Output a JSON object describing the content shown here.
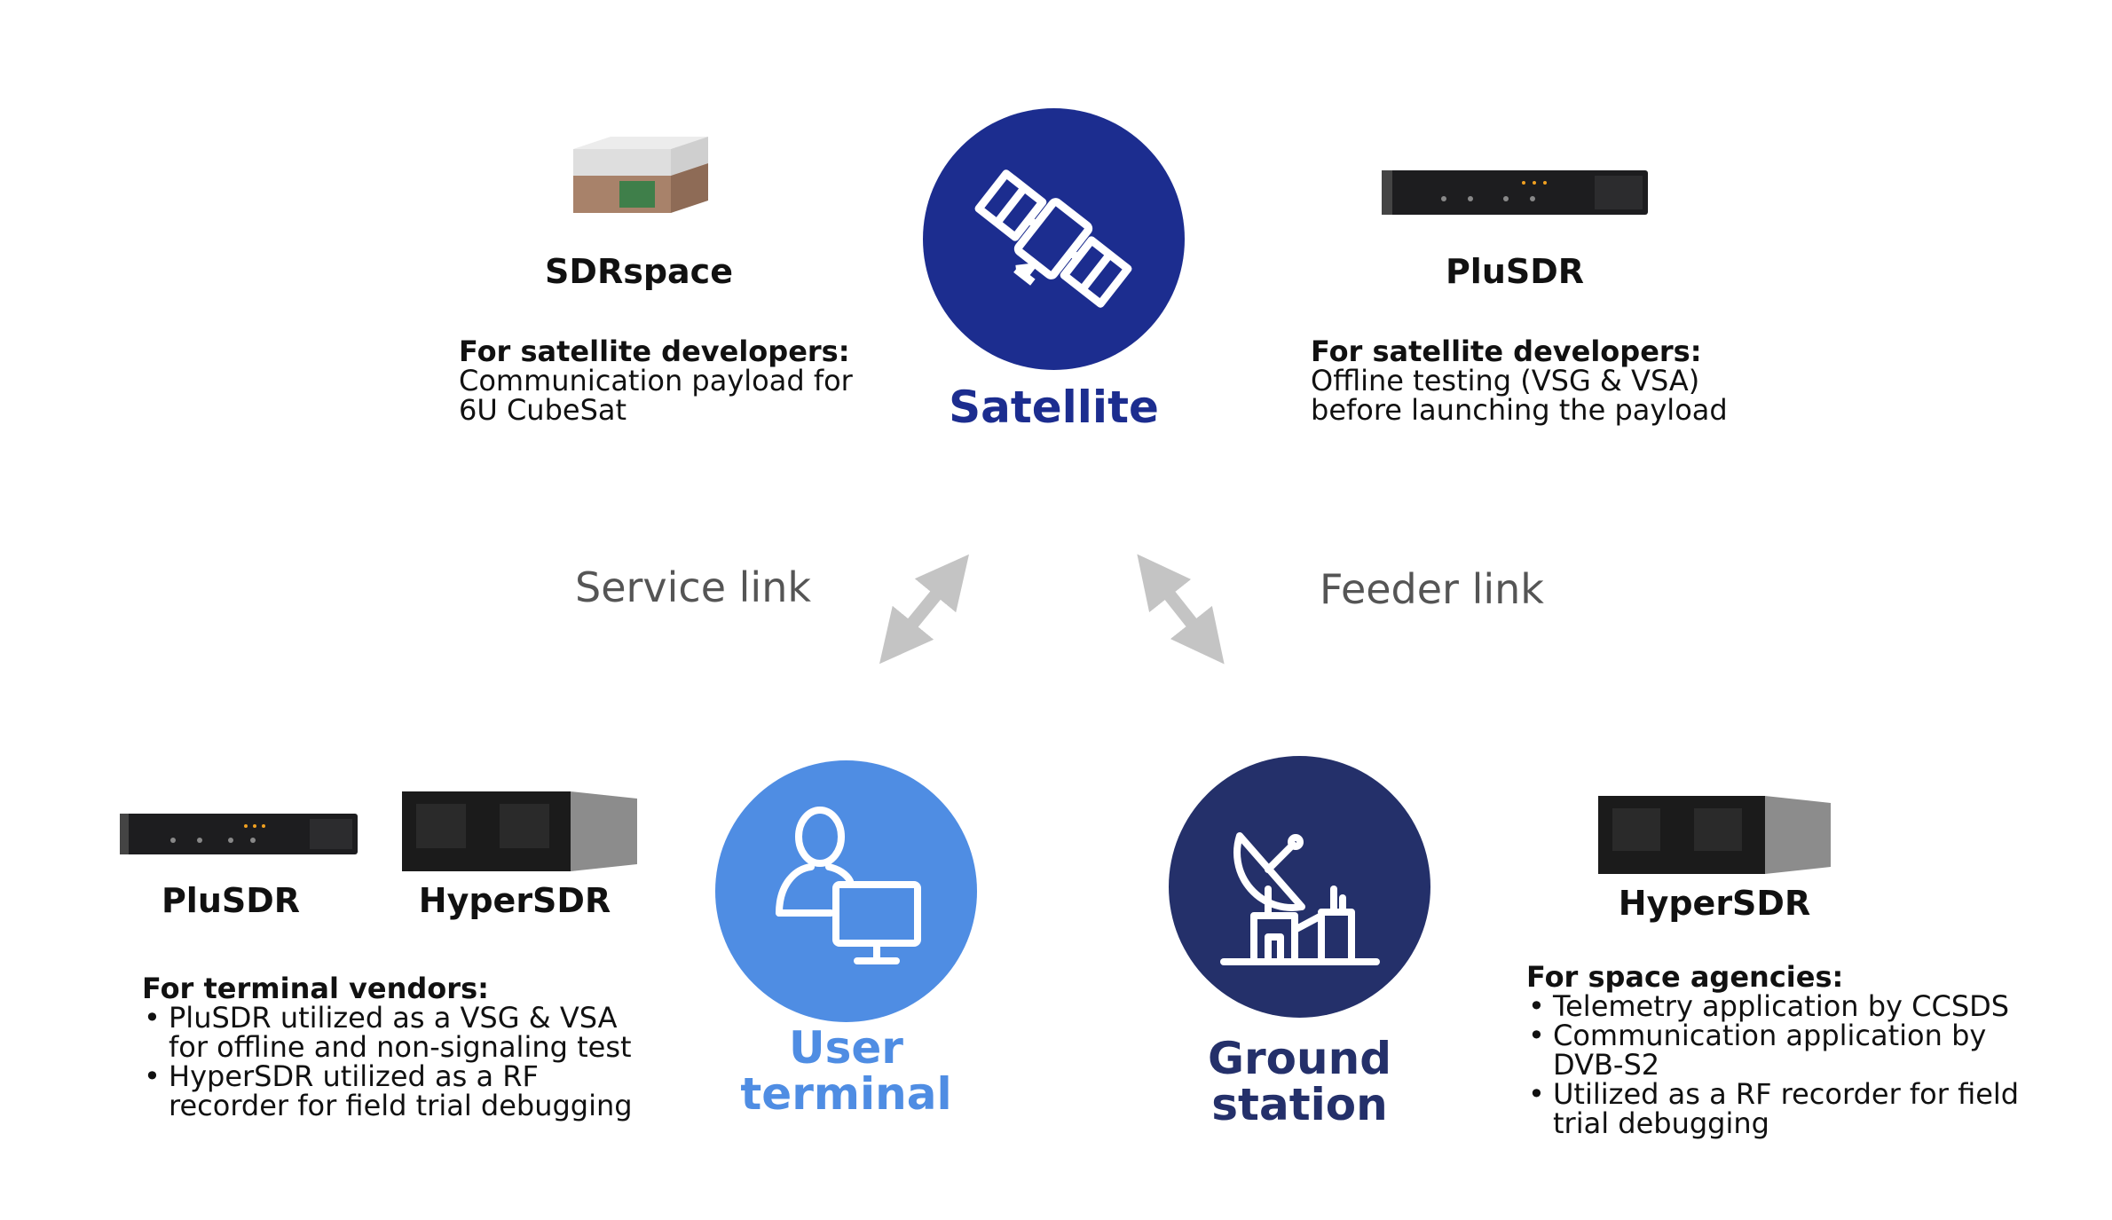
{
  "colors": {
    "satellite": "#1c2d8f",
    "user_terminal": "#4f8de3",
    "ground_station": "#24306a",
    "arrow": "#c4c4c4",
    "link_text": "#555555"
  },
  "nodes": {
    "satellite": {
      "label": "Satellite",
      "icon": "satellite-icon"
    },
    "user_terminal": {
      "label_line1": "User",
      "label_line2": "terminal",
      "icon": "user-computer-icon"
    },
    "ground_station": {
      "label_line1": "Ground",
      "label_line2": "station",
      "icon": "satellite-dish-icon"
    }
  },
  "links": {
    "service": "Service link",
    "feeder": "Feeder link"
  },
  "products": {
    "sdrspace_top": {
      "name": "SDRspace",
      "heading": "For satellite developers:",
      "lines": [
        "Communication payload for",
        "6U CubeSat"
      ]
    },
    "plusdr_top": {
      "name": "PluSDR",
      "heading": "For satellite developers:",
      "lines": [
        "Offline testing (VSG & VSA)",
        "before launching the payload"
      ]
    },
    "terminal_group": {
      "name_a": "PluSDR",
      "name_b": "HyperSDR",
      "heading": "For terminal vendors:",
      "bullets": [
        {
          "l1": "PluSDR utilized as a VSG & VSA",
          "l2": "for offline and non-signaling test"
        },
        {
          "l1": "HyperSDR utilized as a RF",
          "l2": "recorder for field trial debugging"
        }
      ]
    },
    "ground_group": {
      "name": "HyperSDR",
      "heading": "For space agencies:",
      "bullets": [
        {
          "l1": "Telemetry application by CCSDS"
        },
        {
          "l1": "Communication application by",
          "l2": "DVB-S2"
        },
        {
          "l1": "Utilized as a RF recorder for field",
          "l2": "trial debugging"
        }
      ]
    }
  }
}
